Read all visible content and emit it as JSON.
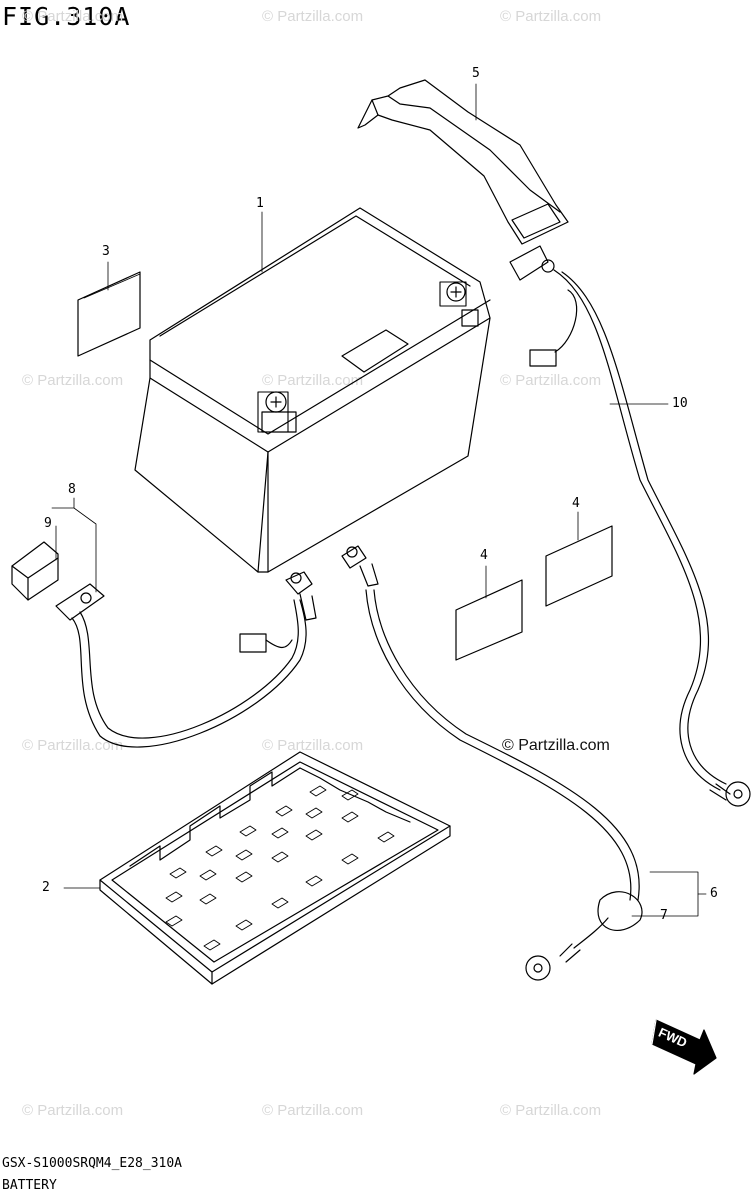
{
  "figure": {
    "title": "FIG.310A"
  },
  "watermark": {
    "text": "© Partzilla.com"
  },
  "copyright": "© Partzilla.com",
  "footer": {
    "model_code": "GSX-S1000SRQM4_E28_310A",
    "section_name": "BATTERY"
  },
  "callouts": [
    {
      "id": "1",
      "label": "1"
    },
    {
      "id": "2",
      "label": "2"
    },
    {
      "id": "3",
      "label": "3"
    },
    {
      "id": "4a",
      "label": "4"
    },
    {
      "id": "4b",
      "label": "4"
    },
    {
      "id": "5",
      "label": "5"
    },
    {
      "id": "6",
      "label": "6"
    },
    {
      "id": "7",
      "label": "7"
    },
    {
      "id": "8",
      "label": "8"
    },
    {
      "id": "9",
      "label": "9"
    },
    {
      "id": "10",
      "label": "10"
    }
  ],
  "fwd_marker": {
    "text": "FWD"
  }
}
